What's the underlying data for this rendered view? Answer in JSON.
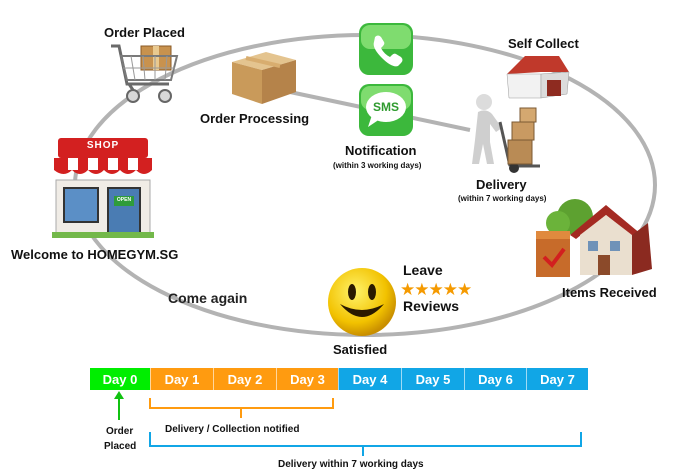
{
  "steps": {
    "order_placed": "Order Placed",
    "order_processing": "Order Processing",
    "notification": "Notification",
    "notification_note": "(within 3 working days)",
    "sms_text": "SMS",
    "self_collect": "Self Collect",
    "delivery": "Delivery",
    "delivery_note": "(within 7 working days)",
    "items_received": "Items Received",
    "welcome": "Welcome to HOMEGYM.SG",
    "shop_sign": "SHOP",
    "shop_open": "OPEN",
    "come_again": "Come again",
    "leave": "Leave",
    "reviews": "Reviews",
    "satisfied": "Satisfied"
  },
  "timeline": {
    "days": [
      "Day 0",
      "Day 1",
      "Day 2",
      "Day  3",
      "Day 4",
      "Day 5",
      "Day 6",
      "Day 7"
    ],
    "order_placed_line1": "Order",
    "order_placed_line2": "Placed",
    "collection_notified": "Delivery / Collection  notified",
    "delivery_within": "Delivery within 7 working days"
  },
  "colors": {
    "day0": "#00ee00",
    "processing_days": "#ff9b10",
    "delivery_days": "#11a6e6",
    "loop_line": "#b3b3b3"
  }
}
